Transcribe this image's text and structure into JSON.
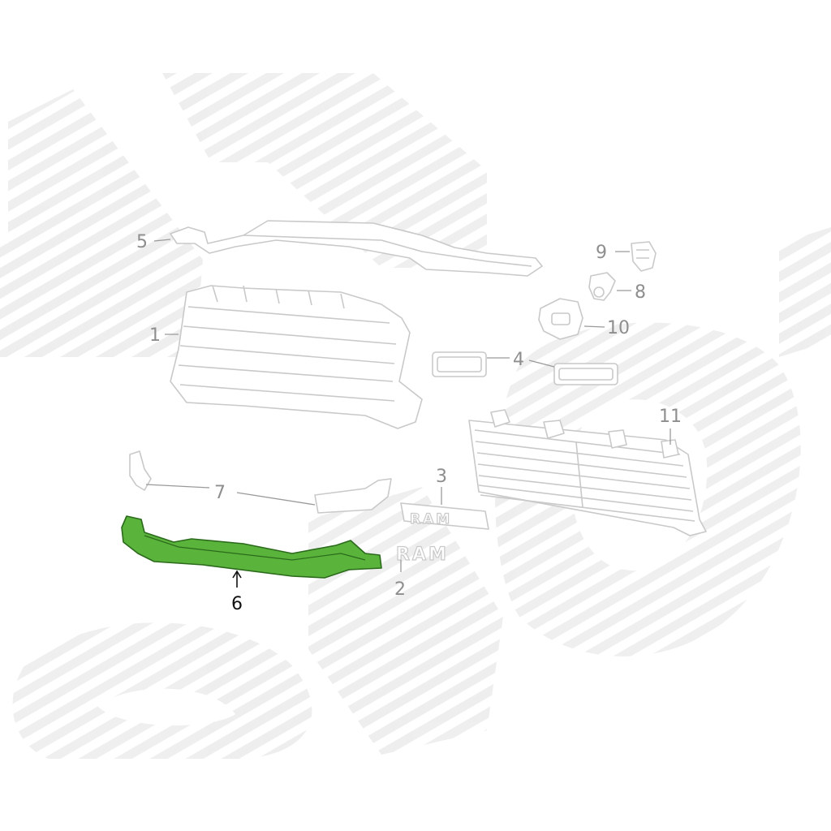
{
  "diagram": {
    "highlight_color": "#5ab43c",
    "watermark_color": "#ececec",
    "badge_text": "RAM",
    "callouts": [
      {
        "id": "1",
        "label": "1"
      },
      {
        "id": "2",
        "label": "2"
      },
      {
        "id": "3",
        "label": "3"
      },
      {
        "id": "4",
        "label": "4"
      },
      {
        "id": "5",
        "label": "5"
      },
      {
        "id": "6",
        "label": "6",
        "highlighted": true
      },
      {
        "id": "7",
        "label": "7"
      },
      {
        "id": "8",
        "label": "8"
      },
      {
        "id": "9",
        "label": "9"
      },
      {
        "id": "10",
        "label": "10"
      },
      {
        "id": "11",
        "label": "11"
      }
    ]
  }
}
